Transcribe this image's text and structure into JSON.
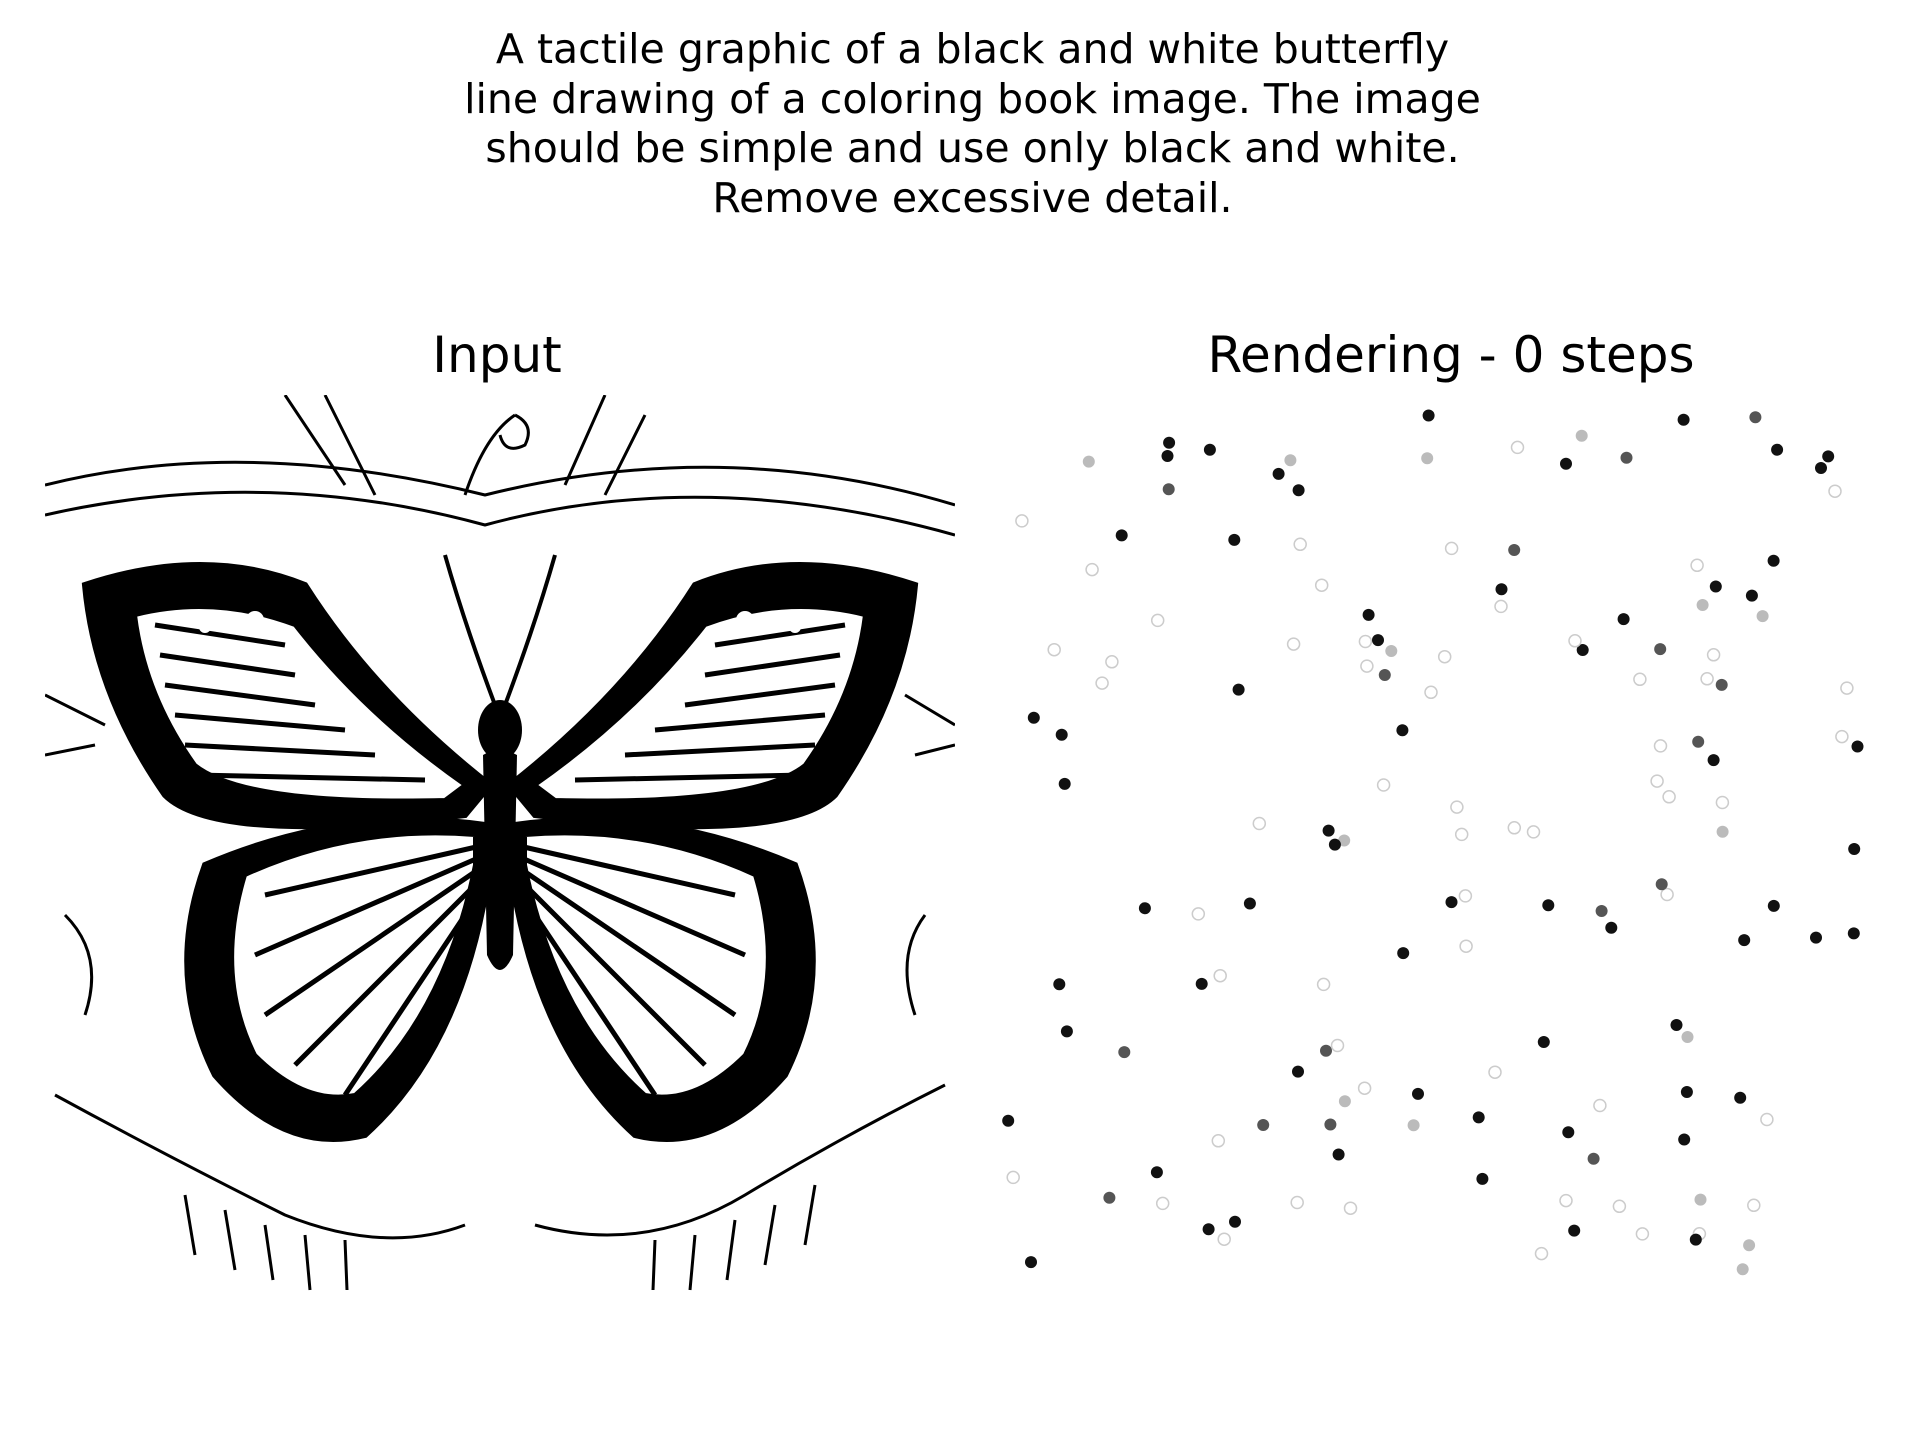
{
  "caption_lines": [
    "A tactile graphic of a black and white butterfly",
    "line drawing of a coloring book image. The image",
    "should be simple and use only black and white.",
    "Remove excessive detail."
  ],
  "panels": {
    "input_title": "Input",
    "render_title": "Rendering - 0 steps"
  },
  "colors": {
    "ink": "#000000",
    "background": "#ffffff",
    "dot_dark": "#111111",
    "dot_mid": "#555555",
    "dot_light": "#bbbbbb"
  }
}
